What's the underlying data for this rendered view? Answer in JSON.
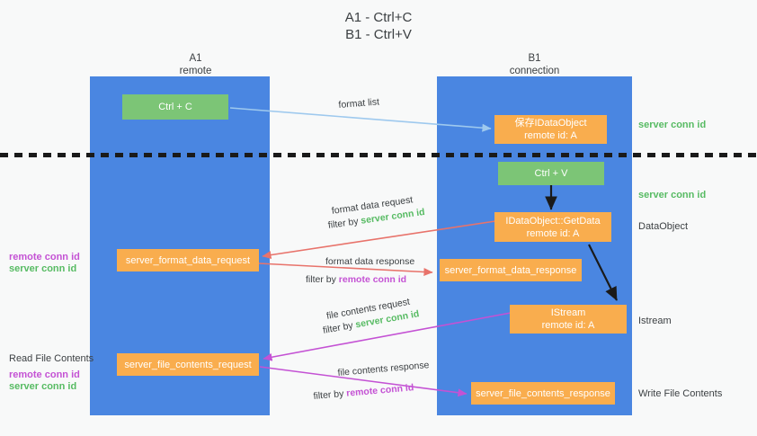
{
  "title": {
    "line1": "A1 - Ctrl+C",
    "line2": "B1 - Ctrl+V"
  },
  "lanes": [
    {
      "name": "A1",
      "sub": "remote"
    },
    {
      "name": "B1",
      "sub": "connection"
    }
  ],
  "boxes": {
    "ctrl_c": {
      "label": "Ctrl + C"
    },
    "save_idataobject": {
      "line1": "保存IDataObject",
      "line2": "remote id: A"
    },
    "ctrl_v": {
      "label": "Ctrl + V"
    },
    "getdata": {
      "line1": "IDataObject::GetData",
      "line2": "remote id: A"
    },
    "format_data_request": {
      "label": "server_format_data_request"
    },
    "format_data_response": {
      "label": "server_format_data_response"
    },
    "istream": {
      "line1": "IStream",
      "line2": "remote id: A"
    },
    "file_contents_request": {
      "label": "server_file_contents_request"
    },
    "file_contents_response": {
      "label": "server_file_contents_response"
    }
  },
  "edges": {
    "format_list": "format list",
    "format_data_request": "format data request",
    "format_data_request_filter_prefix": "filter by ",
    "format_data_request_filter_value": "server conn id",
    "format_data_response": "format data response",
    "format_data_response_filter_prefix": "filter by ",
    "format_data_response_filter_value": "remote conn id",
    "file_contents_request": "file contents request",
    "file_contents_request_filter_prefix": "filter by ",
    "file_contents_request_filter_value": "server conn id",
    "file_contents_response": "file contents response",
    "file_contents_response_filter_prefix": "filter by ",
    "file_contents_response_filter_value": "remote conn id"
  },
  "right_labels": {
    "server_conn_id_top": "server conn id",
    "server_conn_id_mid": "server conn id",
    "dataobject": "DataObject",
    "istream": "Istream",
    "write_file_contents": "Write File Contents"
  },
  "left_labels": {
    "remote_conn_id_1": "remote conn id",
    "server_conn_id_1": "server conn id",
    "read_file_contents": "Read File Contents",
    "remote_conn_id_2": "remote conn id",
    "server_conn_id_2": "server conn id"
  },
  "colors": {
    "lane": "#4a86e1",
    "green_box": "#7cc576",
    "orange_box": "#f9ad4e",
    "green_text": "#57bb63",
    "purple_text": "#c452d4",
    "arrow_light_blue": "#9ec9ee",
    "arrow_red": "#e8736b",
    "arrow_magenta": "#c452d4",
    "arrow_black": "#1a1a1a",
    "background": "#f8f9f9"
  }
}
